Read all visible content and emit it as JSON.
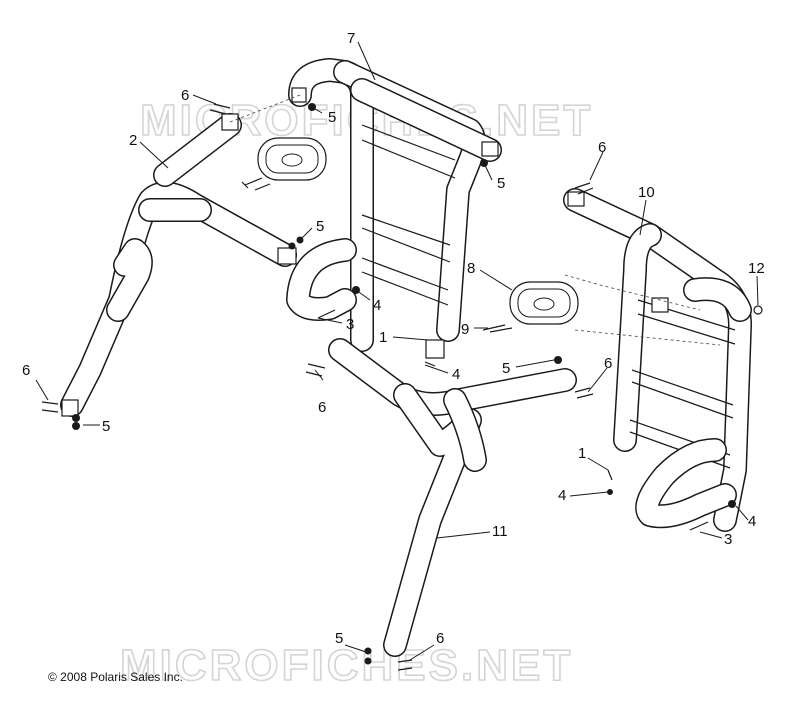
{
  "watermark": "MICROFICHES.NET",
  "copyright": "© 2008 Polaris Sales Inc.",
  "callouts": {
    "c7": "7",
    "c6a": "6",
    "c5a": "5",
    "c2": "2",
    "c6b": "6",
    "c5b": "5",
    "c5c": "5",
    "c4a": "4",
    "c3a": "3",
    "c1a": "1",
    "c8": "8",
    "c9": "9",
    "c10": "10",
    "c12": "12",
    "c4b": "4",
    "c5d": "5",
    "c6c": "6",
    "c6d": "6",
    "c5e": "5",
    "c6e": "6",
    "c1b": "1",
    "c4c": "4",
    "c4d": "4",
    "c3b": "3",
    "c11": "11",
    "c5f": "5",
    "c6f": "6"
  }
}
